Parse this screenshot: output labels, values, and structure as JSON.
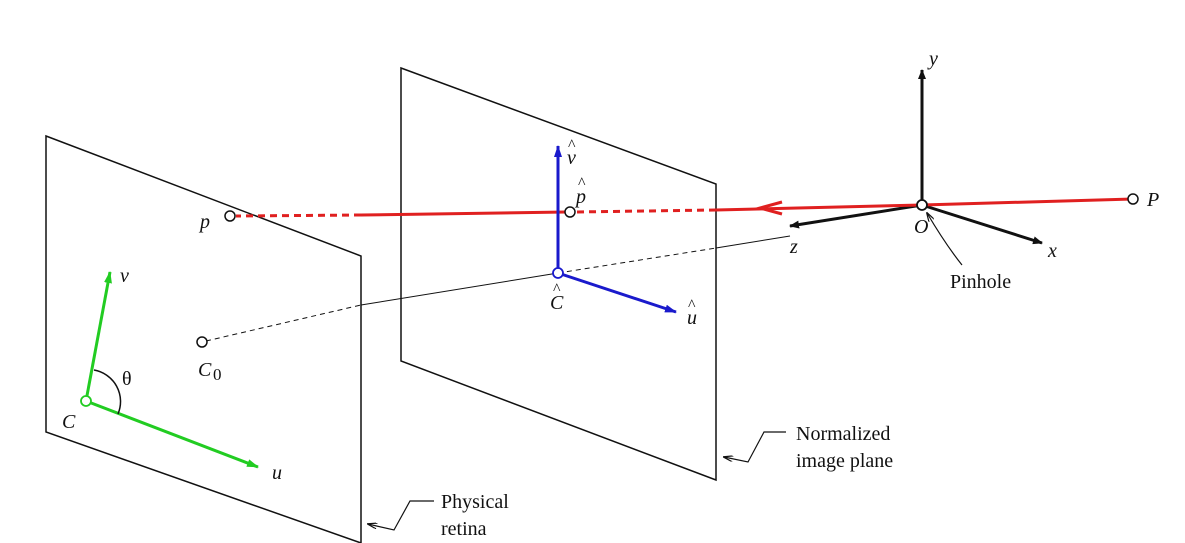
{
  "labels": {
    "y_axis": "y",
    "x_axis": "x",
    "z_axis": "z",
    "origin": "O",
    "point_P": "P",
    "pinhole": "Pinhole",
    "p_hat": "p",
    "v_hat": "v",
    "u_hat": "u",
    "c_hat": "C",
    "hat_mark": "^",
    "point_p": "p",
    "v_axis": "v",
    "u_axis": "u",
    "theta": "θ",
    "C_point": "C",
    "C0_main": "C",
    "C0_sub": "0",
    "normalized_line1": "Normalized",
    "normalized_line2": "image plane",
    "physical_line1": "Physical",
    "physical_line2": "retina"
  },
  "colors": {
    "ray": "#e02020",
    "normalized_axes": "#1a1acc",
    "retina_axes": "#22cc22",
    "ink": "#111111"
  }
}
